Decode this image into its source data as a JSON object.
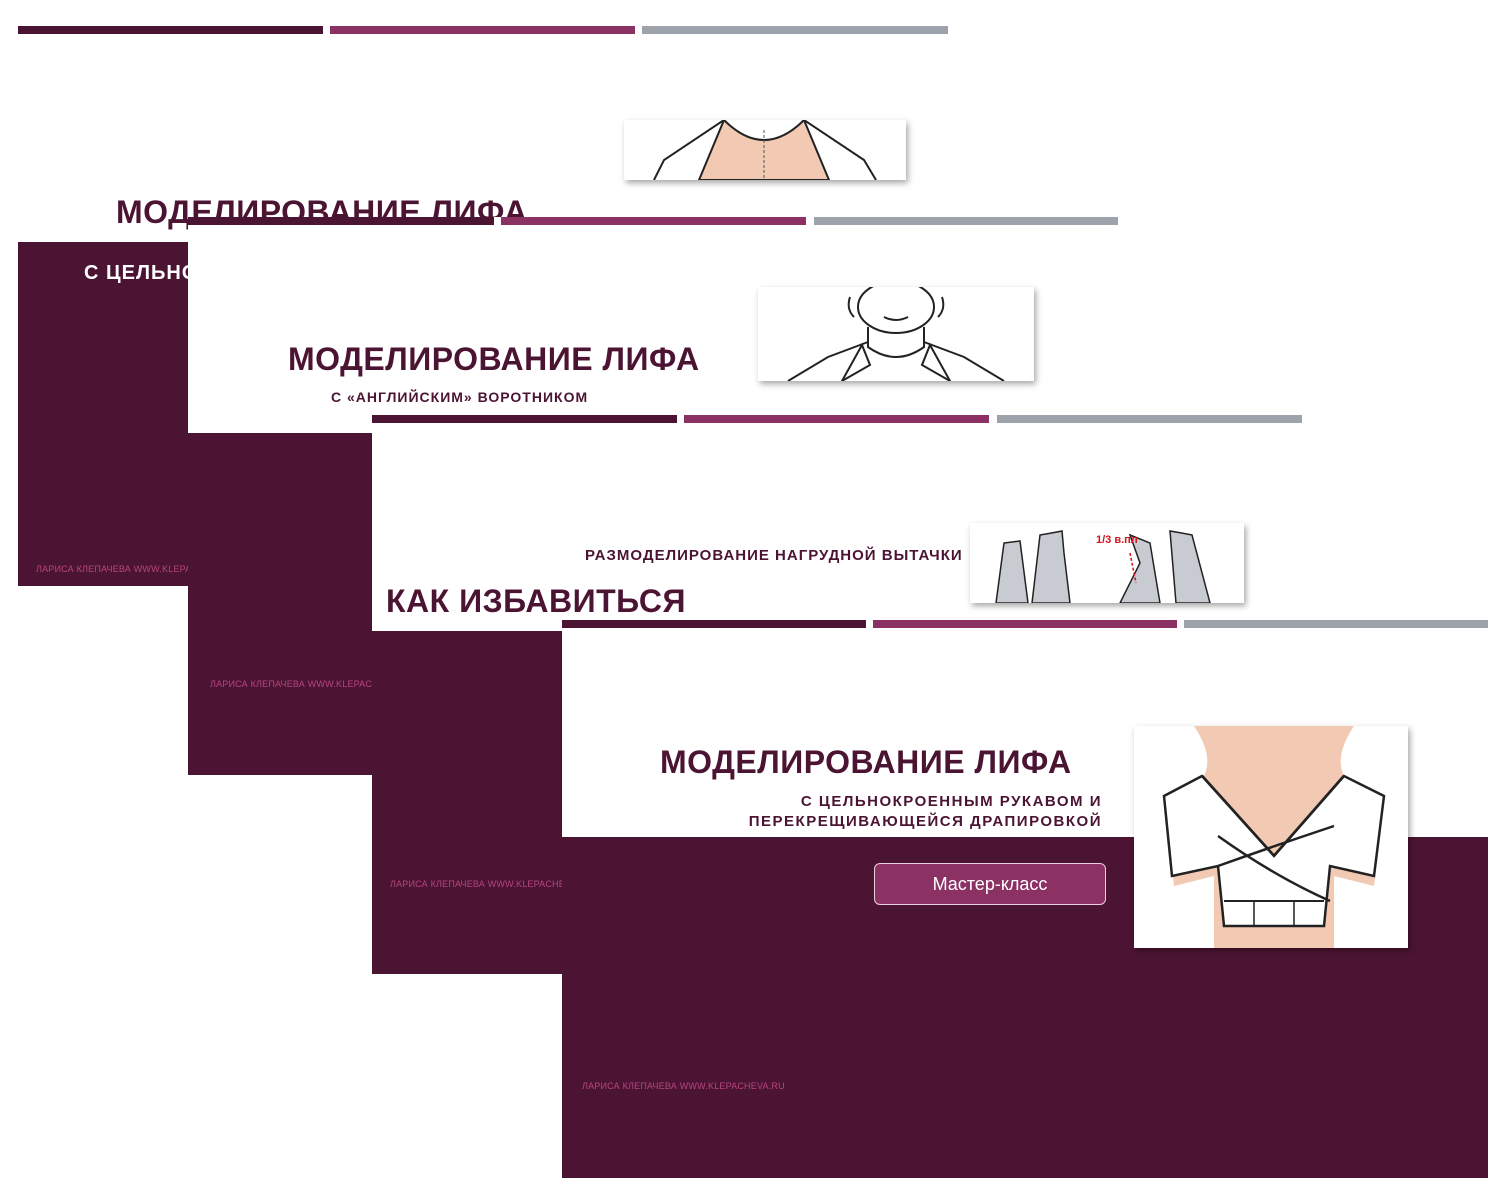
{
  "slides": [
    {
      "title": "МОДЕЛИРОВАНИЕ ЛИФА",
      "subtitle": "С ЦЕЛЬНОКРОЕННЫМ РУКАВОМ И",
      "footer": "ЛАРИСА КЛЕПАЧЕВА WWW.KLEPACHEVA.RU"
    },
    {
      "title": "МОДЕЛИРОВАНИЕ ЛИФА",
      "subtitle": "С «АНГЛИЙСКИМ» ВОРОТНИКОМ",
      "footer": "ЛАРИСА КЛЕПАЧЕВА WWW.KLEPACHEVA.RU"
    },
    {
      "title": "КАК ИЗБАВИТЬСЯ",
      "subtitle": "РАЗМОДЕЛИРОВАНИЕ НАГРУДНОЙ ВЫТАЧКИ",
      "figure_label": "1/3 в.пл",
      "footer": "ЛАРИСА КЛЕПАЧЕВА WWW.KLEPACHEVA.RU"
    },
    {
      "title": "МОДЕЛИРОВАНИЕ ЛИФА",
      "subtitle_line1": "С ЦЕЛЬНОКРОЕННЫМ РУКАВОМ И",
      "subtitle_line2": "ПЕРЕКРЕЩИВАЮЩЕЙСЯ ДРАПИРОВКОЙ",
      "button": "Мастер-класс",
      "footer": "ЛАРИСА КЛЕПАЧЕВА WWW.KLEPACHEVA.RU"
    }
  ],
  "colors": {
    "plum": "#4c1433",
    "magenta": "#8b3164",
    "gray": "#9ea2ab",
    "skin": "#f2c9b3",
    "pattern": "#c9cbd3"
  }
}
